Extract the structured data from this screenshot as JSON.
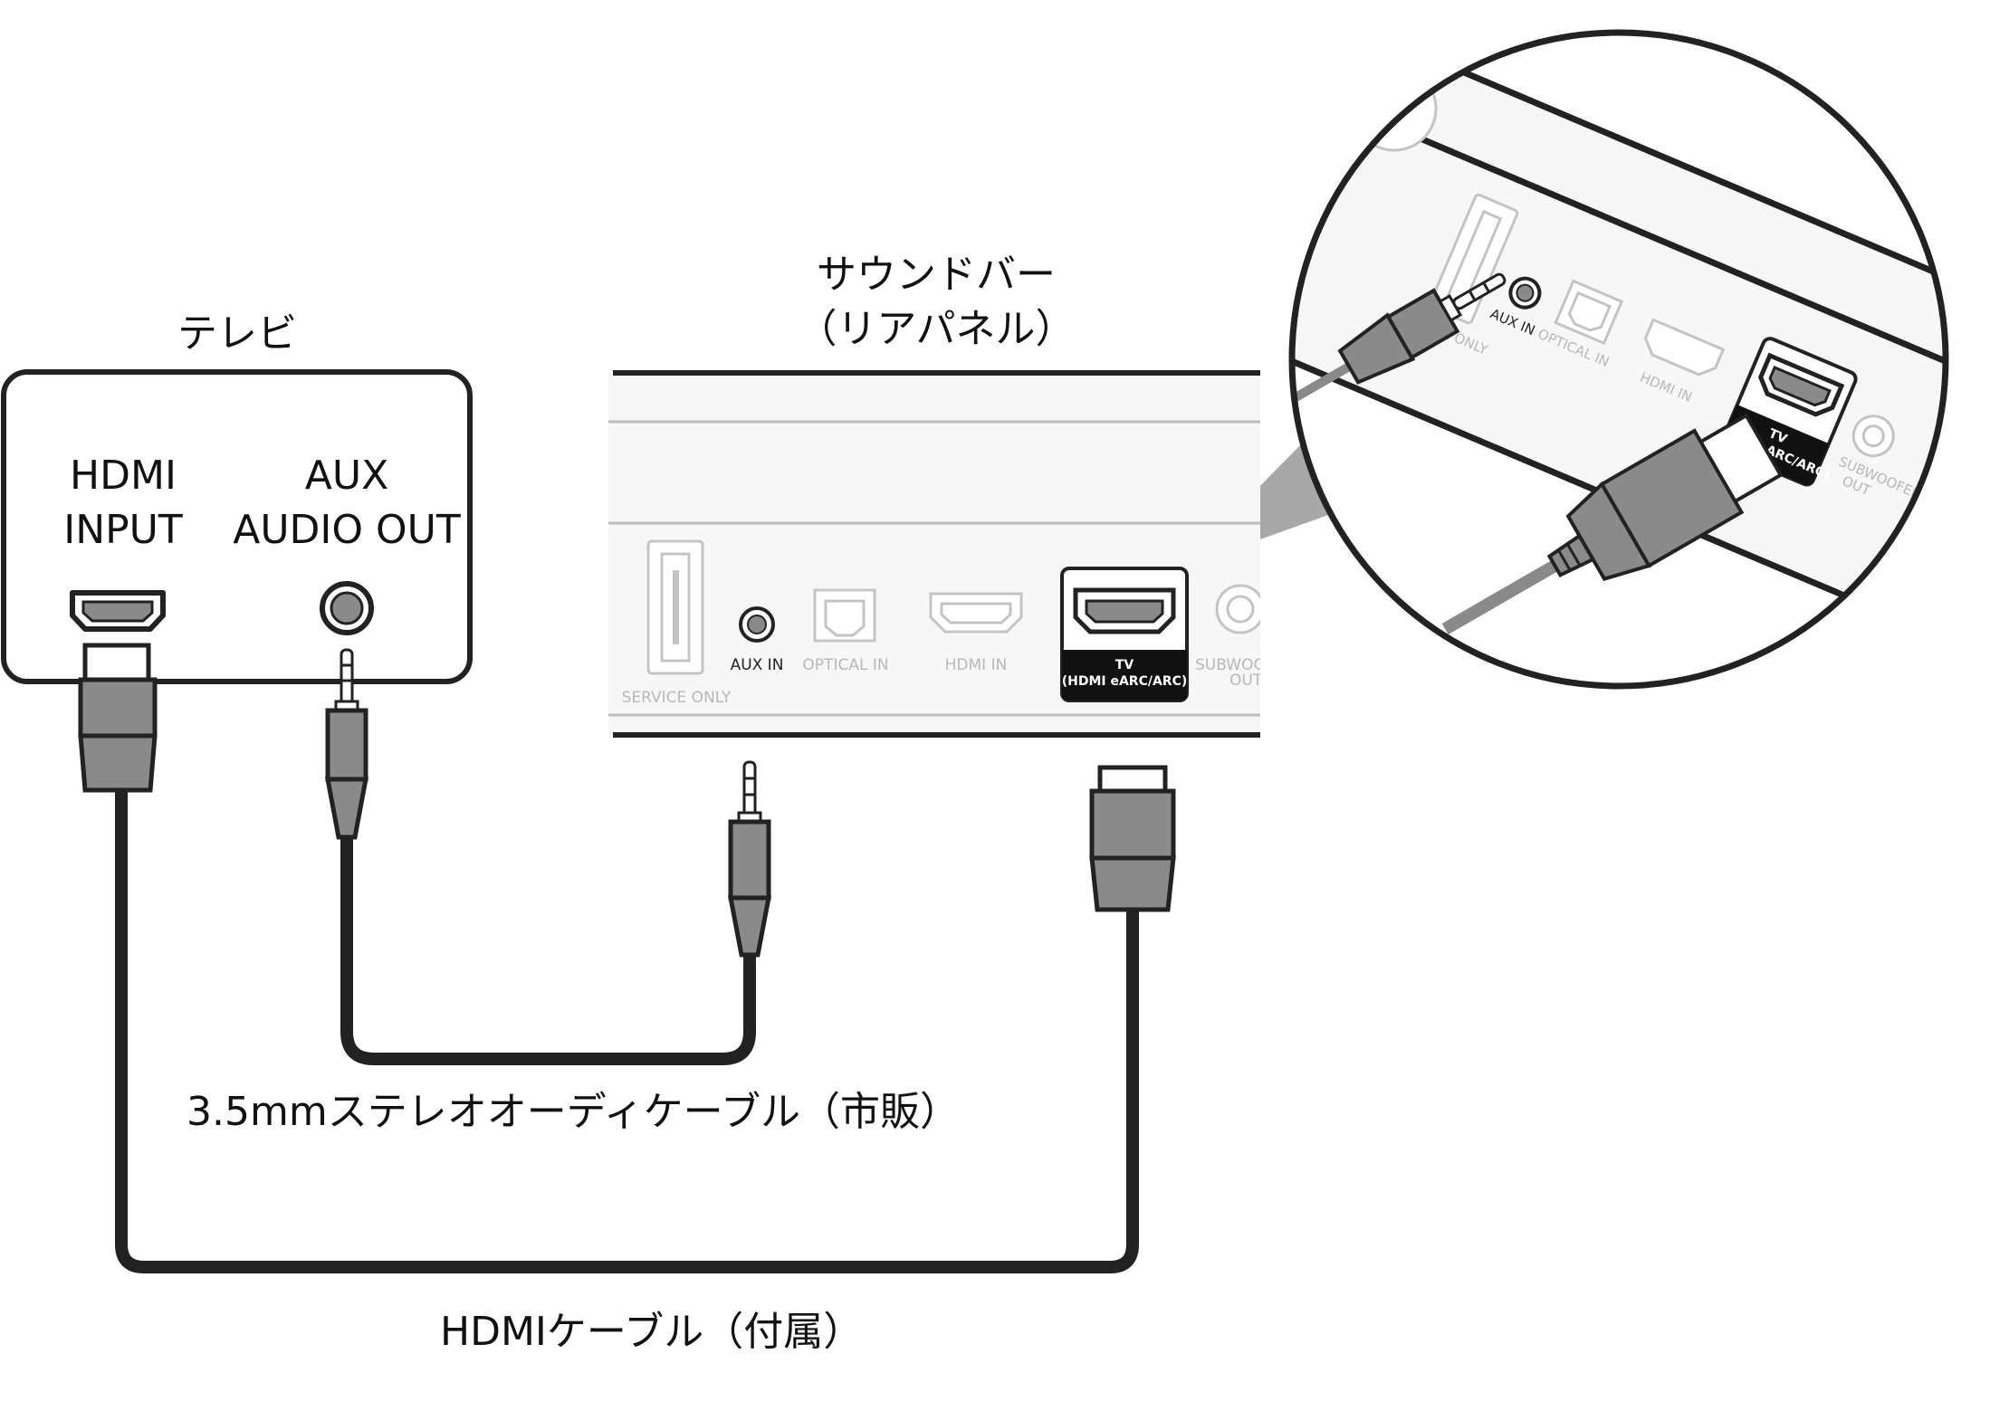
{
  "tv": {
    "title": "テレビ",
    "hdmi_label_line1": "HDMI",
    "hdmi_label_line2": "INPUT",
    "aux_label_line1": "AUX",
    "aux_label_line2": "AUDIO OUT"
  },
  "soundbar": {
    "title_line1": "サウンドバー",
    "title_line2": "（リアパネル）",
    "ports": {
      "service_only": "SERVICE ONLY",
      "aux_in": "AUX IN",
      "optical_in": "OPTICAL IN",
      "hdmi_in": "HDMI IN",
      "tv_line1": "TV",
      "tv_line2": "(HDMI eARC/ARC)",
      "subwoofer_line1": "SUBWOOFER",
      "subwoofer_line2": "OUT"
    }
  },
  "cables": {
    "aux": "3.5mmステレオオーディケーブル（市販）",
    "hdmi": "HDMIケーブル（付属）"
  },
  "colors": {
    "outline": "#222222",
    "plug_fill": "#8a8a8a",
    "panel_fill": "#f7f7f7",
    "panel_line": "#bdbdbd",
    "highlight_port": "#111111",
    "zoom_beam": "#a8a8a8"
  }
}
